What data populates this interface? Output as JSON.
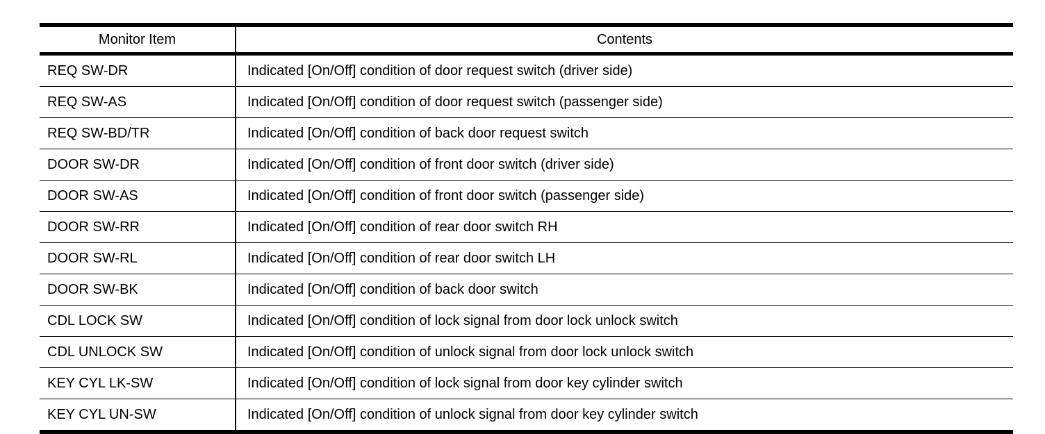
{
  "table": {
    "headers": {
      "monitor_item": "Monitor Item",
      "contents": "Contents"
    },
    "rows": [
      {
        "item": "REQ SW-DR",
        "contents": "Indicated [On/Off] condition of door request switch (driver side)"
      },
      {
        "item": "REQ SW-AS",
        "contents": "Indicated [On/Off] condition of door request switch (passenger side)"
      },
      {
        "item": "REQ SW-BD/TR",
        "contents": "Indicated [On/Off] condition of back door request switch"
      },
      {
        "item": "DOOR SW-DR",
        "contents": "Indicated [On/Off] condition of front door switch (driver side)"
      },
      {
        "item": "DOOR SW-AS",
        "contents": "Indicated [On/Off] condition of front door switch (passenger side)"
      },
      {
        "item": "DOOR SW-RR",
        "contents": "Indicated [On/Off] condition of rear door switch RH"
      },
      {
        "item": "DOOR SW-RL",
        "contents": "Indicated [On/Off] condition of rear door switch LH"
      },
      {
        "item": "DOOR SW-BK",
        "contents": "Indicated [On/Off] condition of back door switch"
      },
      {
        "item": "CDL LOCK SW",
        "contents": "Indicated [On/Off] condition of lock signal from door lock unlock switch"
      },
      {
        "item": "CDL UNLOCK SW",
        "contents": "Indicated [On/Off] condition of unlock signal from door lock unlock switch"
      },
      {
        "item": "KEY CYL LK-SW",
        "contents": "Indicated [On/Off] condition of lock signal from door key cylinder switch"
      },
      {
        "item": "KEY CYL UN-SW",
        "contents": "Indicated [On/Off] condition of unlock signal from door key cylinder switch"
      }
    ]
  },
  "colors": {
    "border": "#000000",
    "background": "#ffffff",
    "text": "#000000"
  }
}
